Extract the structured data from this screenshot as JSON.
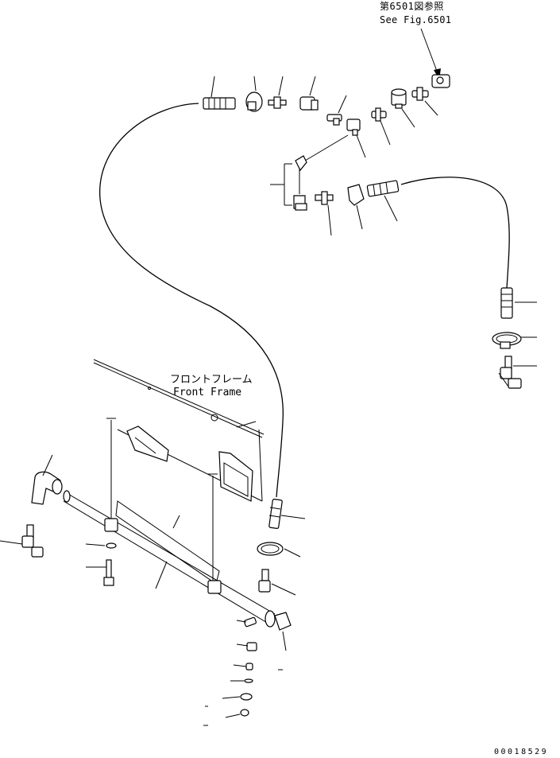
{
  "reference": {
    "jp": "第6501図参照",
    "en": "See Fig.6501"
  },
  "frame": {
    "jp": "フロントフレーム",
    "en": "Front Frame"
  },
  "drawing_number": "00018529",
  "colors": {
    "ink": "#000000",
    "paper": "#ffffff"
  }
}
